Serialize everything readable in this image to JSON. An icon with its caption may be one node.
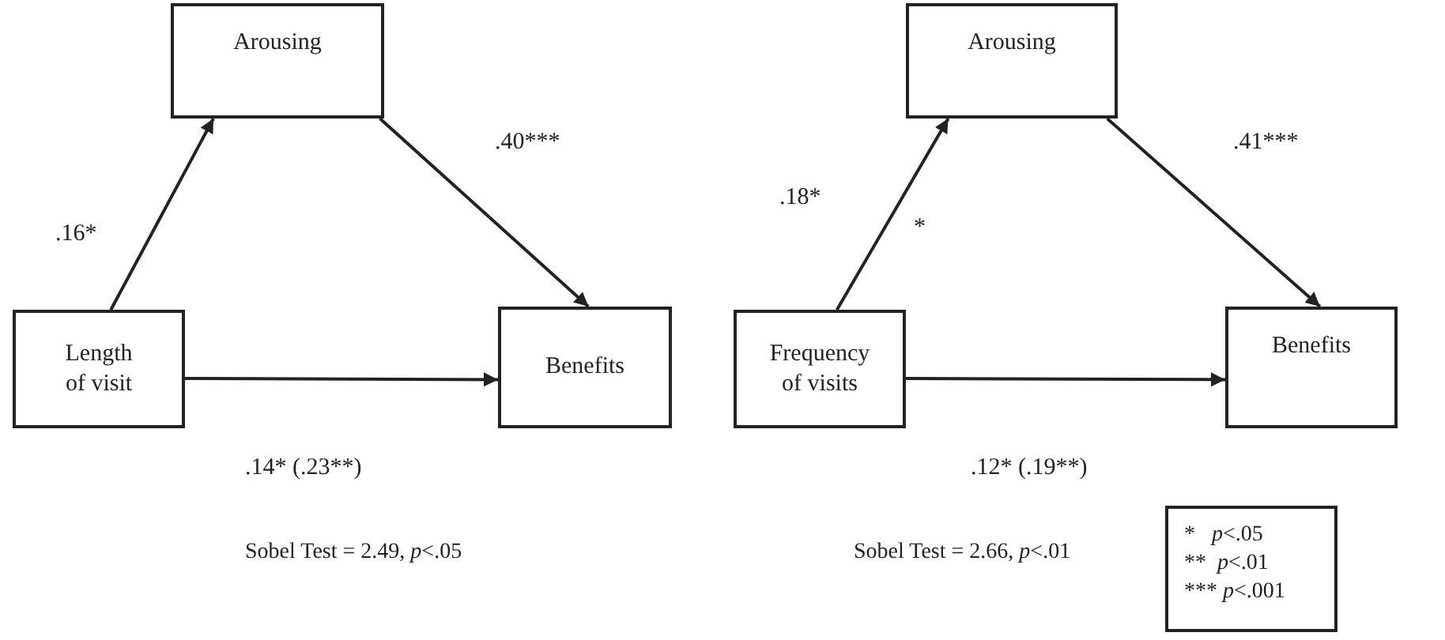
{
  "diagram": {
    "nodes": [
      {
        "text": [
          "Arousing"
        ]
      },
      {
        "text": [
          "Length of visit"
        ]
      },
      {
        "text": [
          "Benefits"
        ]
      },
      {
        "text": [
          "Arousing"
        ]
      },
      {
        "text": [
          "Frequency of visits"
        ]
      },
      {
        "text": [
          "Benefits"
        ]
      },
      {
        "text": [
          "*   *p*<.05",
          "**  *p*<.01",
          "*** *p*<.001"
        ]
      }
    ],
    "edges": [
      {
        "from": 1,
        "to": 0,
        "arrow": "to",
        "label": ".16*"
      },
      {
        "from": 0,
        "to": 2,
        "arrow": "to",
        "label": ".40***"
      },
      {
        "from": 1,
        "to": 2,
        "arrow": "to",
        "label": ".14* (.23**)"
      },
      {
        "from": 4,
        "to": 3,
        "arrow": "to",
        "label": ".18*"
      },
      {
        "from": 3,
        "to": 5,
        "arrow": "to",
        "label": ".41***"
      },
      {
        "from": 4,
        "to": 5,
        "arrow": "to",
        "label": ".12* (.19**)"
      }
    ],
    "labels": [
      "*",
      "Sobel Test = 2.49, *p*<.05",
      "Sobel Test = 2.66, *p*<.01"
    ]
  }
}
